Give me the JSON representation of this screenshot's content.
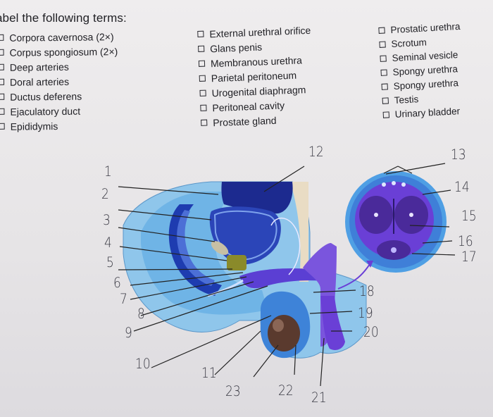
{
  "title": "abel the following terms:",
  "terms": {
    "col1": [
      "Corpora cavernosa (2×)",
      "Corpus spongiosum (2×)",
      "Deep arteries",
      "Doral arteries",
      "Ductus deferens",
      "Ejaculatory duct",
      "Epididymis"
    ],
    "col2": [
      "External urethral orifice",
      "Glans penis",
      "Membranous urethra",
      "Parietal peritoneum",
      "Urogenital diaphragm",
      "Peritoneal cavity",
      "Prostate gland"
    ],
    "col3": [
      "Prostatic urethra",
      "Scrotum",
      "Seminal vesicle",
      "Spongy urethra",
      "Spongy urethra",
      "Testis",
      "Urinary bladder"
    ]
  },
  "numbers": [
    "1",
    "2",
    "3",
    "4",
    "5",
    "6",
    "7",
    "8",
    "9",
    "10",
    "11",
    "12",
    "13",
    "14",
    "15",
    "16",
    "17",
    "18",
    "19",
    "20",
    "21",
    "22",
    "23"
  ],
  "colors": {
    "tissue_light": "#7cc3ea",
    "tissue_blue": "#3f8fe0",
    "purple": "#6a3fd6",
    "dark_blue": "#1e2a9c",
    "testis": "#5a3a2e"
  }
}
